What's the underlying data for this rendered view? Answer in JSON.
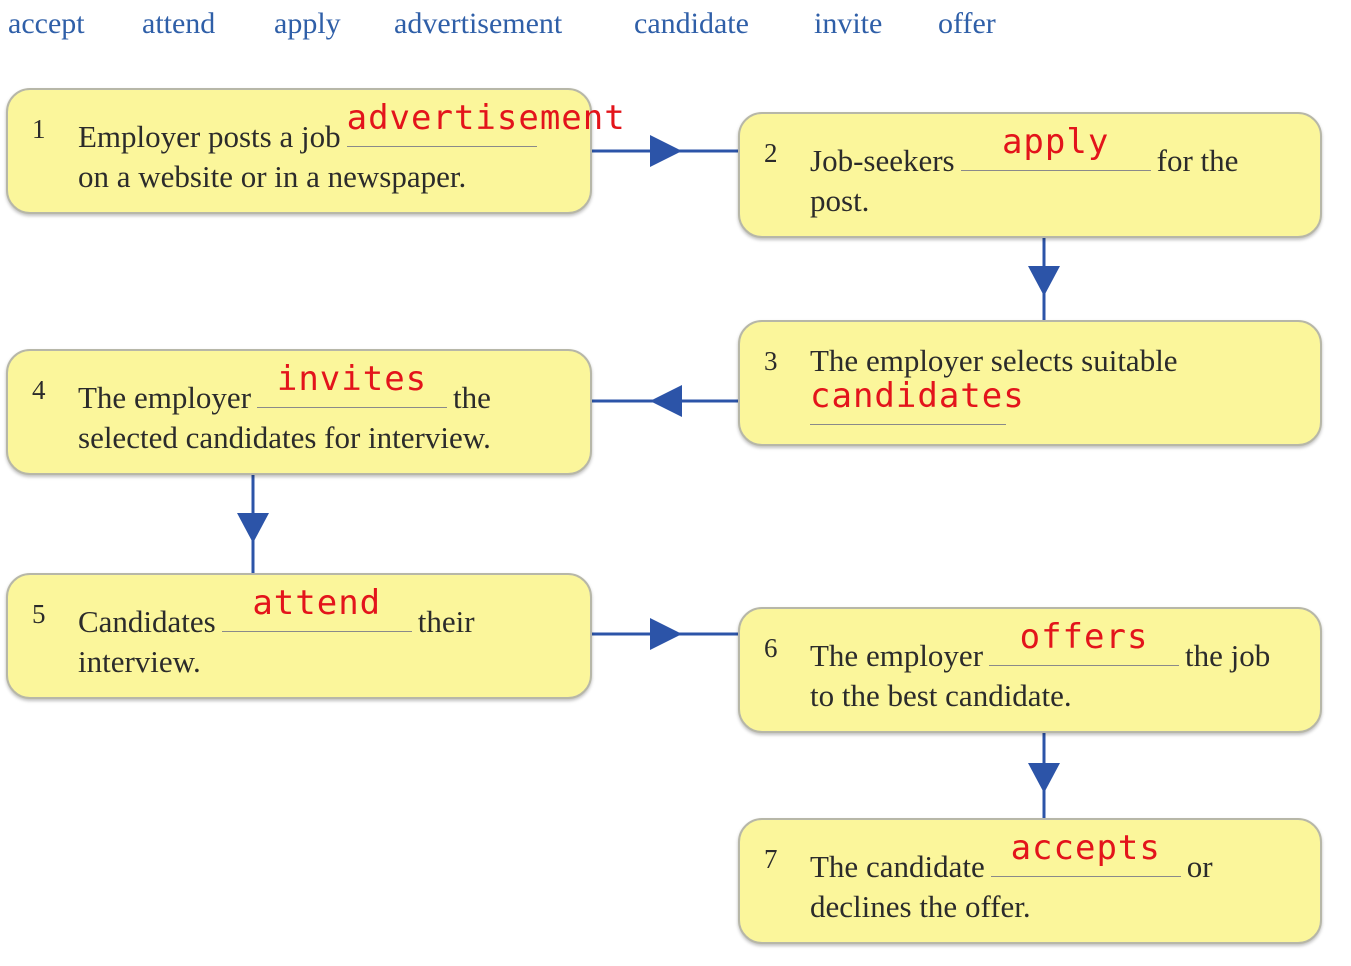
{
  "word_bank": [
    "accept",
    "attend",
    "apply",
    "advertisement",
    "candidate",
    "invite",
    "offer"
  ],
  "steps": [
    {
      "number": "1",
      "text_before": "Employer posts a job",
      "answer": "advertisement",
      "text_after": "",
      "line2": "on a website or in a newspaper."
    },
    {
      "number": "2",
      "text_before": "Job-seekers",
      "answer": "apply",
      "text_after": "for the",
      "line2": "post."
    },
    {
      "number": "3",
      "text_before": "The employer selects suitable",
      "answer": "candidates",
      "text_after": "",
      "line2": ""
    },
    {
      "number": "4",
      "text_before": "The employer",
      "answer": "invites",
      "text_after": "the",
      "line2": "selected candidates for interview."
    },
    {
      "number": "5",
      "text_before": "Candidates",
      "answer": "attend",
      "text_after": "their",
      "line2": "interview."
    },
    {
      "number": "6",
      "text_before": "The employer",
      "answer": "offers",
      "text_after": "the job",
      "line2": "to the best candidate."
    },
    {
      "number": "7",
      "text_before": "The candidate",
      "answer": "accepts",
      "text_after": "or",
      "line2": "declines the offer."
    }
  ],
  "colors": {
    "box_fill": "#fbf69b",
    "arrow": "#2c54a8",
    "answer": "#e3141b",
    "word_bank": "#2f5fa8"
  }
}
